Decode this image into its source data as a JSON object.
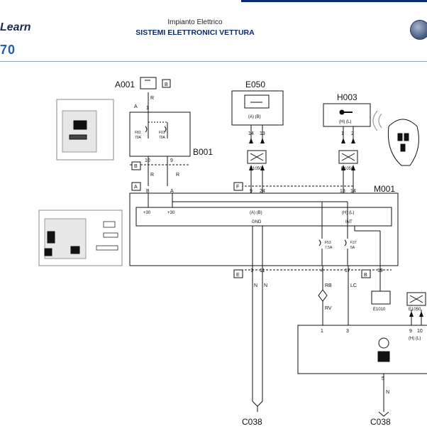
{
  "header": {
    "logo": "Learn",
    "model": "70",
    "subtitle": "Impianto Elettrico",
    "title": "SISTEMI ELETTRONICI VETTURA"
  },
  "components": {
    "a001": "A001",
    "b001": "B001",
    "e050": "E050",
    "h003": "H003",
    "m001": "M001",
    "c038_left": "C038",
    "c038_right": "C038",
    "e1050_left": "E1050",
    "e1050_mid": "E1050",
    "e1050_right": "E1050",
    "e1010": "E1010"
  },
  "connector_tags": {
    "a001_b": "B",
    "a": "A",
    "b": "B",
    "a2": "A",
    "f": "F",
    "e": "E",
    "b2": "B"
  },
  "fuses": {
    "f82": "F82",
    "f82_amp": "70A",
    "f01": "F01",
    "f01_amp": "70A",
    "f53": "F53",
    "f53_amp": "7,5A",
    "f37": "F37",
    "f37_amp": "5A"
  },
  "pins": {
    "b001_top": "1",
    "b001_bl": "10",
    "b001_br": "9",
    "m001_a": "B",
    "m001_b": "A",
    "e050_l": "14",
    "e050_r": "13",
    "e050_m_l": "9",
    "e050_m_r": "24",
    "h003_l": "1",
    "h003_r": "2",
    "h003_m_l": "13",
    "h003_m_r": "14",
    "m_bot_1": "1",
    "m_bot_11": "11",
    "m_bot_4": "4",
    "m_bot_17": "17",
    "m_bot_19": "19",
    "n_1": "1",
    "n_3": "3",
    "n_9": "9",
    "n_10": "10",
    "n_5": "5"
  },
  "signals": {
    "e050_ab": "(A)  (B)",
    "h003_hl": "(H)  (L)",
    "m_plus30_a": "+30",
    "m_plus30_b": "+30",
    "m_ab": "(A)  (B)",
    "m_gnd": "GND",
    "m_hl": "(H)  (L)",
    "m_int": "INT",
    "n_hl": "(H)  (L)"
  },
  "wires": {
    "r1": "R",
    "r2": "R",
    "r3": "R",
    "b1": "B",
    "a1": "A",
    "n1": "N",
    "n2": "N",
    "rb": "RB",
    "rv": "RV",
    "lc": "LC",
    "n3": "N"
  },
  "colors": {
    "line": "#111111",
    "header_blue": "#0b2a6e",
    "accent_blue": "#1f5fb0"
  }
}
